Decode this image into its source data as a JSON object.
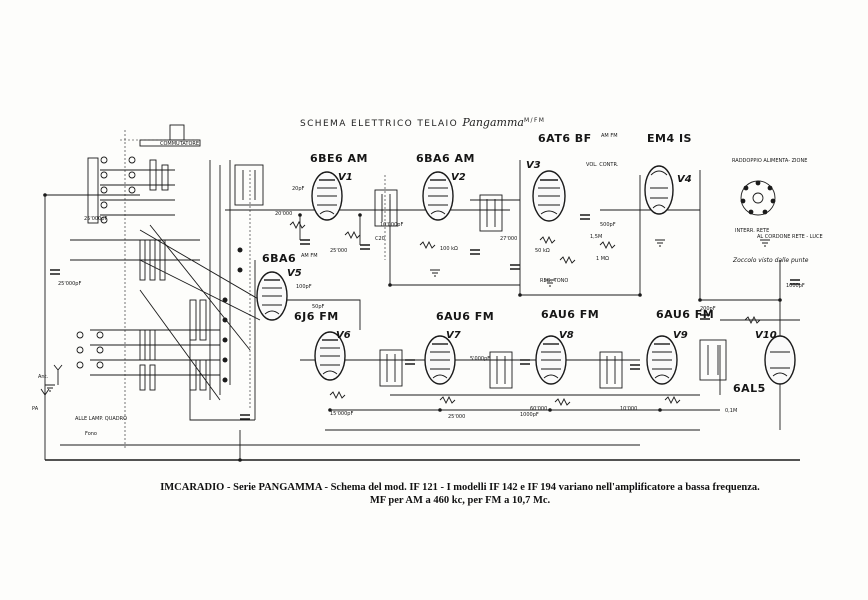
{
  "header": {
    "title_prefix": "SCHEMA ELETTRICO TELAIO",
    "title_script": "Pangamma",
    "title_sup": "M/FM"
  },
  "tubes": [
    {
      "id": "V1",
      "type": "6BE6 AM"
    },
    {
      "id": "V2",
      "type": "6BA6 AM"
    },
    {
      "id": "V3",
      "type": "6AT6 BF"
    },
    {
      "id": "V4",
      "type": "EM4 IS"
    },
    {
      "id": "V5",
      "type": "6BA6"
    },
    {
      "id": "V6",
      "type": "6J6 FM"
    },
    {
      "id": "V7",
      "type": "6AU6 FM"
    },
    {
      "id": "V8",
      "type": "6AU6 FM"
    },
    {
      "id": "V9",
      "type": "6AU6 FM"
    },
    {
      "id": "V10",
      "type": "6AL5"
    }
  ],
  "v3_sup": "AM FM",
  "v5_sup": "AM FM",
  "component_labels": [
    "25'000pF",
    "20'000",
    "100pF",
    "50pF",
    "1000pF",
    "20pF",
    "25'000",
    "10'000pF",
    "15'000pF",
    "25'000pF",
    "500pF",
    "1,5M",
    "50 kΩ",
    "1 MΩ",
    "100 kΩ",
    "27'000",
    "5'000pF",
    "1000pF",
    "25'000",
    "60'000",
    "10'000",
    "C20",
    "200pF",
    "0,1M"
  ],
  "notes": {
    "socket": "Zoccolo visto dalle punte",
    "supply": "RADDOPPIO ALIMENTA- ZIONE",
    "mains": "AL CORDONE RETE - LUCE",
    "interr": "INTERR. RETE",
    "tone": "REG. TONO",
    "volume": "VOL. CONTR.",
    "dial": "ALLE LAMP. QUADRO",
    "switch": "COMMUTATORE",
    "pa": "PA",
    "fono": "Fono",
    "ant": "Ant."
  },
  "caption": {
    "line1": "IMCARADIO - Serie PANGAMMA - Schema del mod. IF 121 - I modelli IF 142 e IF 194 variano nell'amplificatore a bassa frequenza.",
    "line2": "MF per AM a 460 kc, per FM a 10,7 Mc."
  }
}
